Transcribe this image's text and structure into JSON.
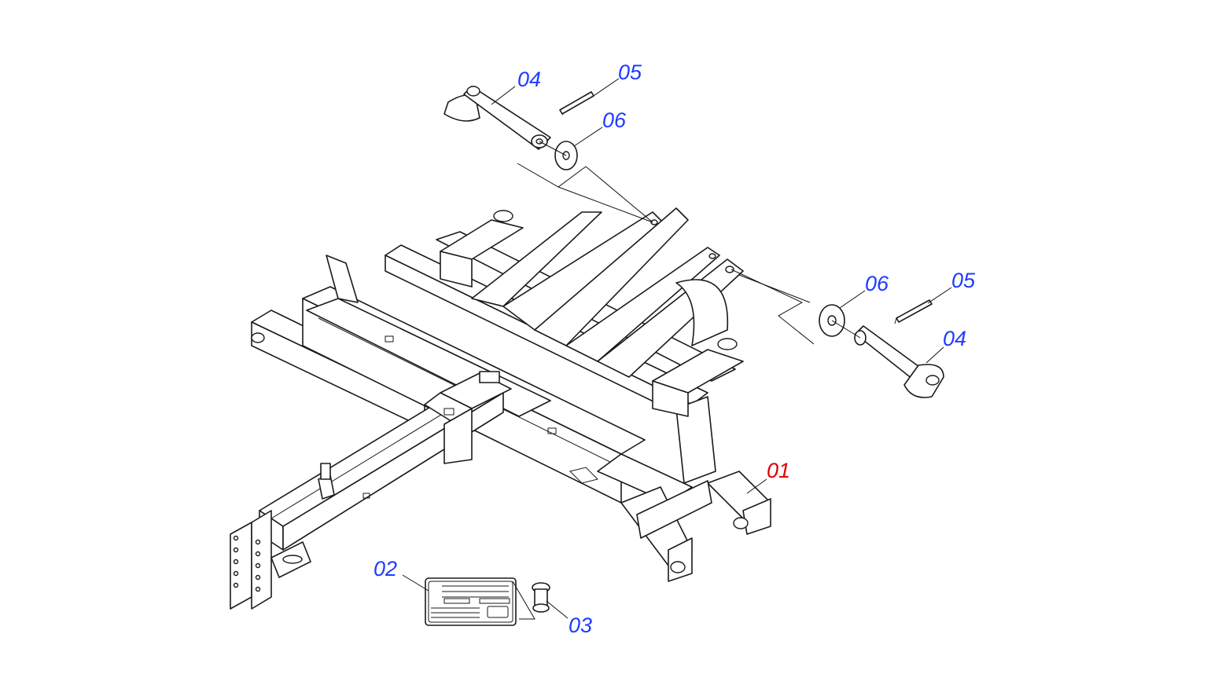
{
  "colors": {
    "callout_blue": "#1f3cff",
    "callout_red": "#e10000",
    "line": "#1a1a1a"
  },
  "callouts": [
    {
      "id": "04",
      "color": "#1f3cff"
    },
    {
      "id": "05",
      "color": "#1f3cff"
    },
    {
      "id": "06",
      "color": "#1f3cff"
    },
    {
      "id": "06",
      "color": "#1f3cff"
    },
    {
      "id": "05",
      "color": "#1f3cff"
    },
    {
      "id": "04",
      "color": "#1f3cff"
    },
    {
      "id": "01",
      "color": "#e10000"
    },
    {
      "id": "02",
      "color": "#1f3cff"
    },
    {
      "id": "03",
      "color": "#1f3cff"
    }
  ]
}
